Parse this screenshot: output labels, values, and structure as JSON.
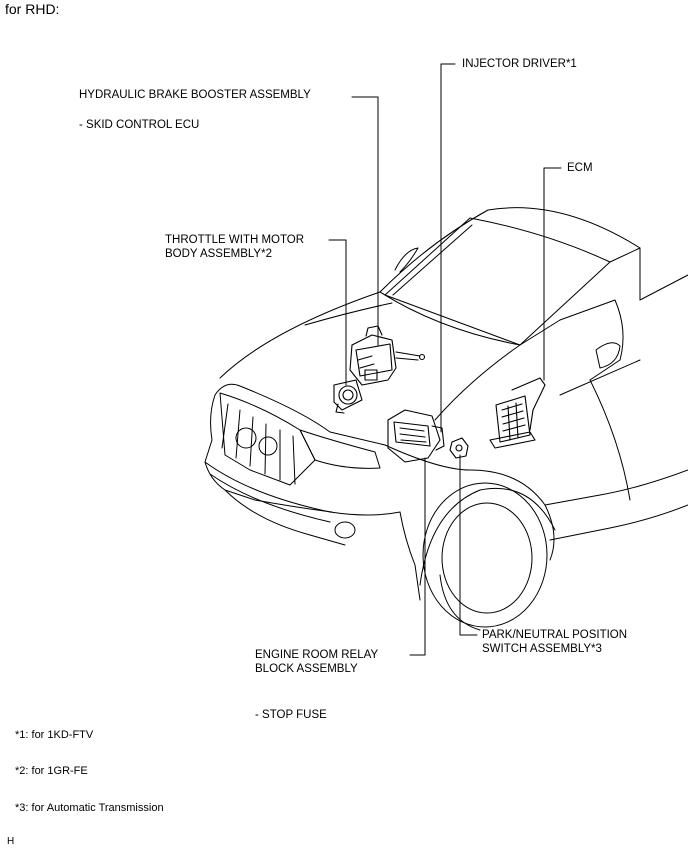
{
  "header": {
    "title": "for RHD:"
  },
  "callouts": {
    "hydraulic_brake_booster": "HYDRAULIC BRAKE BOOSTER ASSEMBLY",
    "skid_control_ecu": "- SKID CONTROL ECU",
    "injector_driver": "INJECTOR DRIVER*1",
    "ecm": "ECM",
    "throttle_line1": "THROTTLE WITH MOTOR",
    "throttle_line2": "BODY ASSEMBLY*2",
    "park_neutral_line1": "PARK/NEUTRAL POSITION",
    "park_neutral_line2": "SWITCH ASSEMBLY*3",
    "relay_block_line1": "ENGINE ROOM RELAY",
    "relay_block_line2": "BLOCK ASSEMBLY",
    "stop_fuse": "- STOP FUSE"
  },
  "footnotes": [
    "*1: for 1KD-FTV",
    "*2: for 1GR-FE",
    "*3: for Automatic Transmission"
  ],
  "figure_code": "H"
}
